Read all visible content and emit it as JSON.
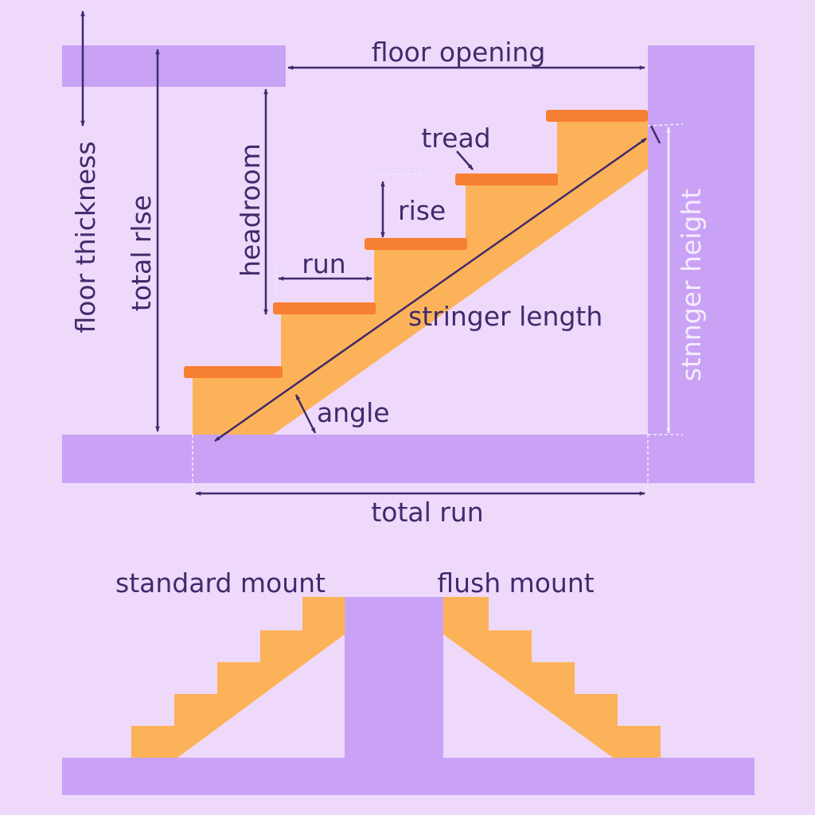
{
  "colors": {
    "background": "#efd9fb",
    "structure": "#c9a2f5",
    "stringer": "#fcb258",
    "tread_nosing": "#f77f31",
    "annotation": "#3f2b6b",
    "annotation_light": "#f4ecfd"
  },
  "labels": {
    "floor_opening": "floor opening",
    "tread": "tread",
    "rise": "rise",
    "run": "run",
    "headroom": "headroom",
    "stringer_length": "stringer length",
    "angle": "angle",
    "total_run": "total run",
    "total_rise": "total rlse",
    "floor_thickness": "floor thickness",
    "stringer_height": "stnnger height",
    "standard_mount": "standard mount",
    "flush_mount": "flush mount"
  },
  "icons": {
    "arrow_head": "arrow-head-icon"
  }
}
